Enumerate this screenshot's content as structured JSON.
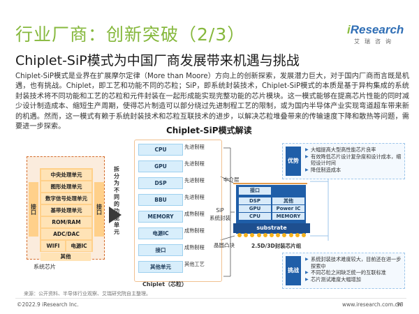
{
  "header": {
    "title": "行业厂商：创新突破（2/3）",
    "subtitle": "Chiplet-SiP模式为中国厂商发展带来机遇与挑战",
    "logo": {
      "brand_i": "i",
      "brand_rest": "Research",
      "cn": "艾瑞咨询"
    }
  },
  "body_text": "Chiplet-SiP模式是业界在扩展摩尔定律（More than Moore）方向上的创新探索，发展潜力巨大，对于国内厂商而言既是机遇，也有挑战。Chiplet，即工艺和功能不同的芯粒；SiP，即系统封装技术，Chiplet-SiP模式的本质是基于异构集成的系统封装技术将不同功能和工艺的芯粒和元件封装在一起形成能实现完整功能的芯片模块。这一模式能够在提高芯片性能的同时减少设计制造成本、缩短生产周期，使得芯片制造可以部分绕过先进制程工艺的限制，或为国内半导体产业实现弯道超车带来新的机遇。然而，这一模式有赖于系统封装技术和芯粒互联技术的进步，以解决芯粒堆叠带来的传输速度下降和散热等问题，需要进一步探索。",
  "diagram": {
    "title": "Chiplet-SiP模式解读",
    "system_chip": {
      "items": [
        "中央处理单元",
        "图形处理单元",
        "数字信号处理单元",
        "基带处理单元",
        "ROM/RAM",
        "ADC/DAC",
        "WIFI",
        "电源IC",
        "其他"
      ],
      "side_left": "接口",
      "side_right": "接口",
      "caption": "系统芯片"
    },
    "split_label": "拆分为不同的功能单元",
    "chiplets": [
      {
        "name": "CPU",
        "process": "先进制程"
      },
      {
        "name": "GPU",
        "process": "先进制程"
      },
      {
        "name": "DSP",
        "process": "先进制程"
      },
      {
        "name": "BBU",
        "process": "先进制程"
      },
      {
        "name": "MEMORY",
        "process": "成熟制程"
      },
      {
        "name": "电源IC",
        "process": "成熟制程"
      },
      {
        "name": "接口",
        "process": "成熟制程"
      },
      {
        "name": "其他单元",
        "process": "其他工艺"
      }
    ],
    "chiplet_caption": "Chiplet（芯粒）",
    "sip_label_1": "SiP",
    "sip_label_2": "系统封装",
    "interposer_label": "中介层",
    "bump_label": "晶圆凸块",
    "package": {
      "top": "接口",
      "left_items": [
        "DSP",
        "GPU",
        "CPU"
      ],
      "right_items": [
        "其他",
        "Power IC",
        "MEMORY"
      ],
      "substrate": "substrate",
      "caption": "2.5D/3D封装芯片组"
    },
    "advantages": {
      "title": "优势",
      "items": [
        "大幅提高大型高性能芯片良率",
        "有效降低芯片设计复杂度和设计成本，缩短设计时间",
        "降低制造成本"
      ]
    },
    "challenges": {
      "title": "挑战",
      "items": [
        "系统封装技术难度较大，目前还在进一步探索中",
        "不同芯粒之间缺乏统一的互联标准",
        "芯片测试难度大幅增加"
      ]
    }
  },
  "footer": {
    "source": "来源：公开资料、半导体行业观察、艾瑞研究院自主整理。",
    "copyright": "©2022.9 iResearch Inc.",
    "url": "www.iresearch.com.cn",
    "page": "98"
  },
  "colors": {
    "title": "#86b83d",
    "brand_blue": "#1f5ea8",
    "chip_orange": "#ffd08a"
  }
}
